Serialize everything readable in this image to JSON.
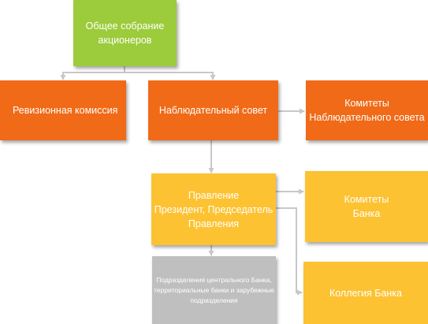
{
  "colors": {
    "green": "#9ccb3b",
    "orange": "#f06a18",
    "yellow": "#fcc232",
    "gray": "#bfbfbf",
    "connector": "#c8c8c8"
  },
  "nodes": {
    "shareholders": {
      "lines": [
        "Общее собрание",
        "акционеров"
      ],
      "color": "green"
    },
    "audit": {
      "lines": [
        "Ревизионная комиссия"
      ],
      "color": "orange"
    },
    "board": {
      "lines": [
        "Наблюдательный совет"
      ],
      "color": "orange"
    },
    "board_committees": {
      "lines": [
        "Комитеты",
        "Наблюдательного совета"
      ],
      "color": "orange"
    },
    "management": {
      "lines": [
        "Правление",
        "Президент, Председатель",
        "Правления"
      ],
      "color": "yellow"
    },
    "bank_committees": {
      "lines": [
        "Комитеты",
        "Банка"
      ],
      "color": "yellow"
    },
    "divisions": {
      "lines": [
        "Подразделения центрального Банка,",
        "территориальные банки и зарубежные",
        "подразделения"
      ],
      "color": "gray"
    },
    "collegium": {
      "lines": [
        "Коллегия Банка"
      ],
      "color": "yellow"
    }
  },
  "edges": [
    {
      "from": "shareholders",
      "to": "audit"
    },
    {
      "from": "shareholders",
      "to": "board"
    },
    {
      "from": "board",
      "to": "board_committees"
    },
    {
      "from": "board",
      "to": "management"
    },
    {
      "from": "management",
      "to": "bank_committees"
    },
    {
      "from": "management",
      "to": "collegium"
    },
    {
      "from": "management",
      "to": "divisions"
    }
  ]
}
